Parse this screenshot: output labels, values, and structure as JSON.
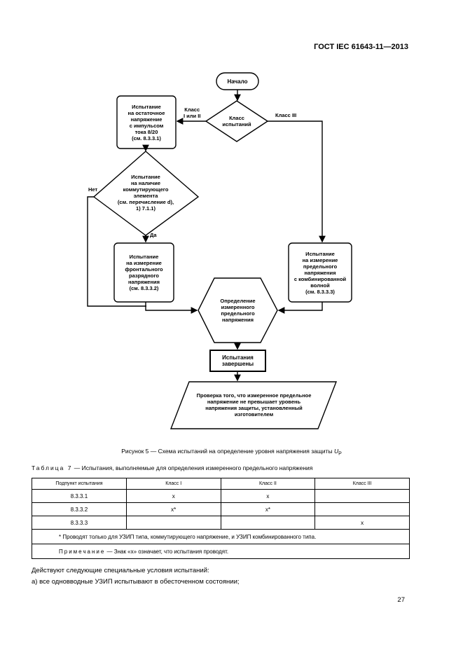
{
  "header": {
    "standard": "ГОСТ IEC 61643-11—2013"
  },
  "flowchart": {
    "start": "Начало",
    "decision_class": [
      "Класс",
      "испытаний"
    ],
    "branch_left": [
      "Класс",
      "I или II"
    ],
    "branch_right": "Класс III",
    "box_residual": [
      "Испытание",
      "на остаточное",
      "напряжение",
      "с импульсом",
      "тока 8/20",
      "(см. 8.3.3.1)"
    ],
    "decision_switch": [
      "Испытание",
      "на наличие",
      "коммутирующего",
      "элемента",
      "(см. перечисление d),",
      "1) 7.1.1)"
    ],
    "label_no": "Нет",
    "label_yes": "Да",
    "box_front": [
      "Испытание",
      "на измерение",
      "фронтального",
      "разрядного",
      "напряжения",
      "(см. 8.3.3.2)"
    ],
    "box_combined": [
      "Испытание",
      "на измерение",
      "предельного",
      "напряжения",
      "с комбинированной",
      "волной",
      "(см. 8.3.3.3)"
    ],
    "hex_determine": [
      "Определение",
      "измеренного",
      "предельного",
      "напряжения"
    ],
    "box_done": [
      "Испытания",
      "завершены"
    ],
    "para_check": [
      "Проверка того, что измеренное предельное",
      "напряжение не превышает уровень",
      "напряжения защиты, установленный",
      "изготовителем"
    ]
  },
  "figure_caption": {
    "text": "Рисунок 5 — Схема испытаний на определение уровня напряжения защиты ",
    "symbol": "U",
    "subscript": "P"
  },
  "table_title": {
    "prefix": "Таблица 7",
    "text": " — Испытания, выполняемые для определения измеренного предельного напряжения"
  },
  "table": {
    "headers": [
      "Подпункт испытания",
      "Класс I",
      "Класс II",
      "Класс III"
    ],
    "rows": [
      [
        "8.3.3.1",
        "x",
        "x",
        ""
      ],
      [
        "8.3.3.2",
        "x*",
        "x*",
        ""
      ],
      [
        "8.3.3.3",
        "",
        "",
        "x"
      ]
    ],
    "footnote": "* Проводят только для УЗИП типа, коммутирующего напряжение, и УЗИП комбинированного типа.",
    "note_label": "Примечание",
    "note_text": " — Знак «х» означает, что испытания проводят."
  },
  "body": {
    "intro": "Действуют следующие специальные условия испытаний:",
    "item_a": "а) все одновводные УЗИП испытывают в обесточенном состоянии;"
  },
  "page_number": "27"
}
